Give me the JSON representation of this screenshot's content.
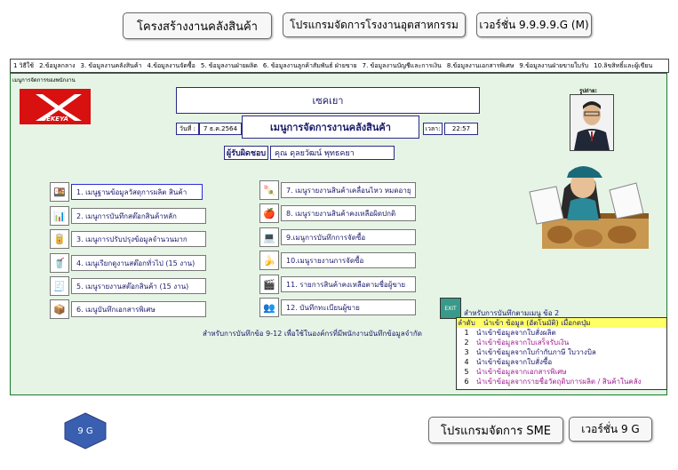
{
  "header": {
    "title": "โครงสร้างงานคลังสินค้า",
    "program": "โปรแกรมจัดการโรงงานอุตสาหกรรม",
    "version": "เวอร์ชั่น 9.9.9.9.G (M)"
  },
  "menubar": [
    "1 วิธีใช้",
    "2.ข้อมูลกลาง",
    "3. ข้อมูลงานคลังสินค้า",
    "4.ข้อมูลงานจัดซื้อ",
    "5. ข้อมูลงานฝ่ายผลิต",
    "6. ข้อมูลงานลูกค้าสัมพันธ์ ฝ่ายขาย",
    "7. ข้อมูลงานบัญชีและการเงิน",
    "8.ข้อมูลงานเอกสารพิเศษ",
    "9.ข้อมูลงานฝ่ายขายใบรับ",
    "10.ลิขสิทธิ์และผู้เขียน"
  ],
  "frame_title": "เมนูการจัดการของพนักงาน",
  "logo_text": "SEKEYA",
  "company": "เซคเยา",
  "module_title": "เมนูการจัดการงานคลังสินค้า",
  "date_label": "วันที่ :",
  "date_value": "7 ธ.ค.2564",
  "time_label": "เวลา:",
  "time_value": "22:57",
  "owner_label": "ผู้รับผิดชอบ",
  "owner_value": "คุณ ดุลยวัฒน์ พุทธคยา",
  "photo_label": "รูปถ่าย:",
  "left_menu": [
    {
      "icon": "🍱",
      "label": "1. เมนูฐานข้อมูลวัสดุการผลิต สินค้า"
    },
    {
      "icon": "📊",
      "label": "2. เมนูการบันทึกสต๊อกสินค้าหลัก"
    },
    {
      "icon": "🥫",
      "label": "3. เมนูการปรับปรุงข้อมูลจำนวนมาก"
    },
    {
      "icon": "🥤",
      "label": "4. เมนูเรียกดูงานสต๊อกทั่วไป (15 งาน)"
    },
    {
      "icon": "🧾",
      "label": "5. เมนูรายงานสต๊อกสินค้า    (15 งาน)"
    },
    {
      "icon": "📦",
      "label": "6. เมนูบันทึกเอกสารพิเศษ"
    }
  ],
  "right_menu": [
    {
      "icon": "🍡",
      "label": "7. เมนูรายงานสินค้าเคลื่อนไหว หมดอายุ"
    },
    {
      "icon": "🍎",
      "label": "8. เมนูรายงานสินค้าคงเหลือผิดปกติ"
    },
    {
      "icon": "💻",
      "label": "9.เมนูการบันทึกการจัดซื้อ"
    },
    {
      "icon": "🍌",
      "label": "10.เมนูรายงานการจัดซื้อ"
    },
    {
      "icon": "🎬",
      "label": "11. รายการสินค้าคงเหลือตามชื่อผู้ขาย"
    },
    {
      "icon": "👥",
      "label": "12. บันทึกทะเบียนผู้ขาย"
    }
  ],
  "note": "สำหรับการบันทึกข้อ 9-12 เพื่อใช้ในองค์กรที่มีพนักงานบันทึกข้อมูลจำกัด",
  "exit_label": "EXIT",
  "import_title": "สำหรับการบันทึกตามเมนู ข้อ 2",
  "import_head": {
    "col1": "ลำดับ",
    "col2": "นำเข้า ข้อมูล (อัตโนมัติ) เมื่อกดปุ่ม"
  },
  "import_items": [
    {
      "n": "1",
      "label": "นำเข้าข้อมูลจากใบสั่งผลิต",
      "color": "#1a1a6a"
    },
    {
      "n": "2",
      "label": "นำเข้าข้อมูลจากใบเสร็จรับเงิน",
      "color": "#a02090"
    },
    {
      "n": "3",
      "label": "นำเข้าข้อมูลจากใบกำกับภาษี ใบวางบิล",
      "color": "#1a1a6a"
    },
    {
      "n": "4",
      "label": "นำเข้าข้อมูลจากใบสั่งซื้อ",
      "color": "#1a1a6a"
    },
    {
      "n": "5",
      "label": "นำเข้าข้อมูลจากเอกสารพิเศษ",
      "color": "#a02090"
    },
    {
      "n": "6",
      "label": "นำเข้าข้อมูลจากรายชื่อวัตถุดิบการผลิต / สินค้าในคลัง",
      "color": "#a02090"
    }
  ],
  "footer": {
    "badge": "9 G",
    "program": "โปรแกรมจัดการ SME",
    "version": "เวอร์ชั่น 9 G"
  }
}
